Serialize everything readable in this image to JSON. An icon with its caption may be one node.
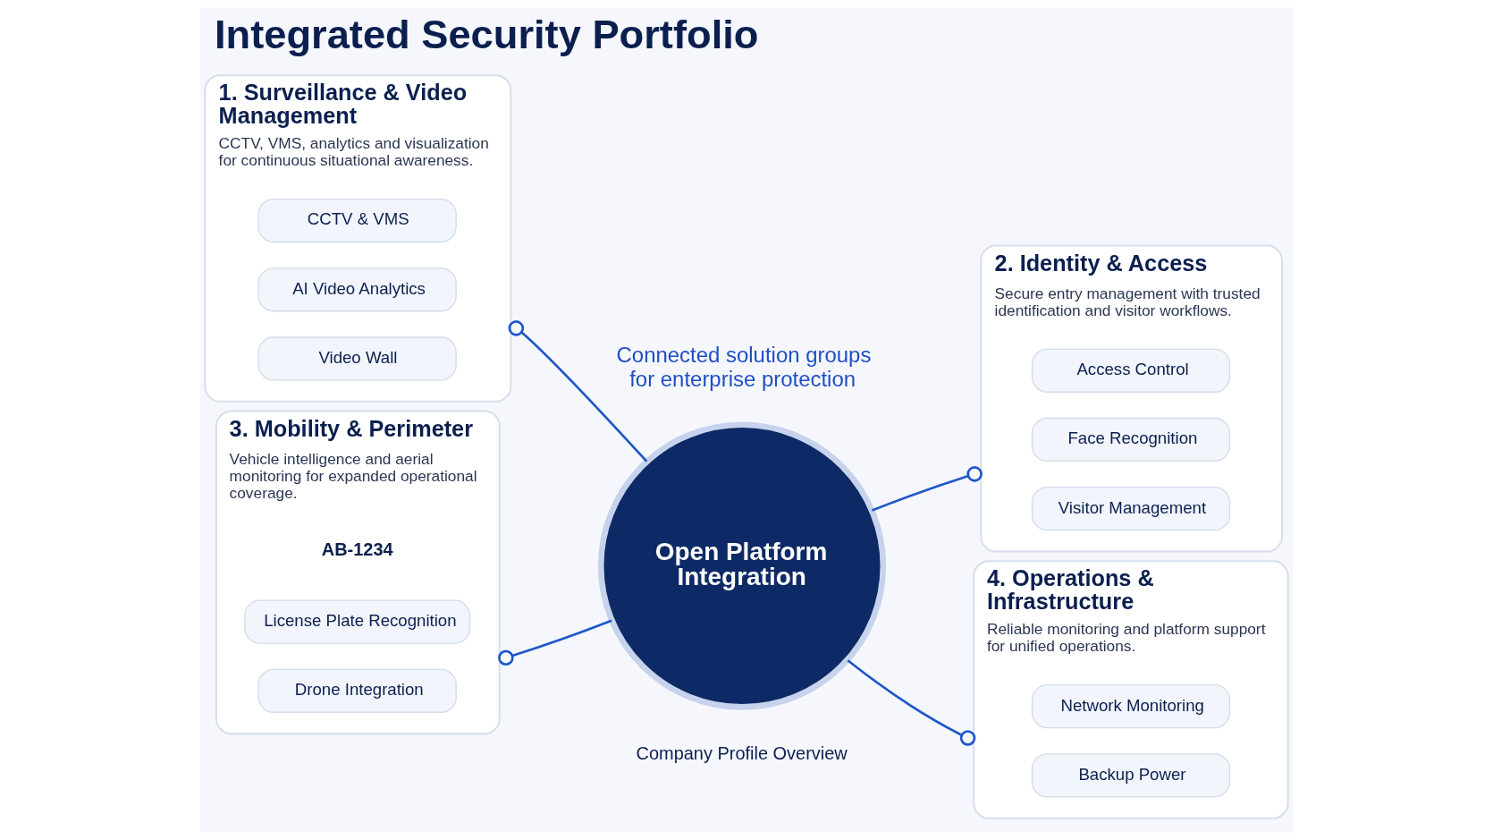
{
  "diagram": {
    "title": "Integrated Security Portfolio",
    "nodes": [
      {
        "text": [
          "1. Surveillance & Video Management",
          "CCTV, VMS, analytics and visualization for continuous situational awareness."
        ]
      },
      {
        "text": [
          "CCTV & VMS"
        ],
        "in": 0
      },
      {
        "text": [
          "AI Video Analytics"
        ],
        "in": 0
      },
      {
        "text": [
          "Video Wall"
        ],
        "in": 0
      },
      {
        "text": [
          "2. Identity & Access",
          "Secure entry management with trusted identification and visitor workflows."
        ]
      },
      {
        "text": [
          "Access Control"
        ],
        "in": 4
      },
      {
        "text": [
          "Face Recognition"
        ],
        "in": 4
      },
      {
        "text": [
          "Visitor Management"
        ],
        "in": 4
      },
      {
        "text": [
          "Open Platform Integration"
        ]
      },
      {
        "text": [
          "3. Mobility & Perimeter",
          "Vehicle intelligence and aerial monitoring for expanded operational coverage."
        ]
      },
      {
        "text": [
          "License Plate Recognition"
        ],
        "in": 9
      },
      {
        "text": [
          "Drone Integration"
        ],
        "in": 9
      },
      {
        "text": [
          "4. Operations & Infrastructure",
          "Reliable monitoring and platform support for unified operations."
        ]
      },
      {
        "text": [
          "Network Monitoring"
        ],
        "in": 12
      },
      {
        "text": [
          "Backup Power"
        ],
        "in": 12
      }
    ],
    "edges": [
      {
        "from": 0,
        "to": 8,
        "arrow": "other"
      },
      {
        "from": 8,
        "to": 4,
        "arrow": "other"
      },
      {
        "from": 9,
        "to": 8,
        "arrow": "other"
      },
      {
        "from": 8,
        "to": 12,
        "arrow": "other"
      }
    ],
    "labels": [
      "Connected solution groups for enterprise protection",
      "AB-1234",
      "Company Profile Overview"
    ]
  }
}
